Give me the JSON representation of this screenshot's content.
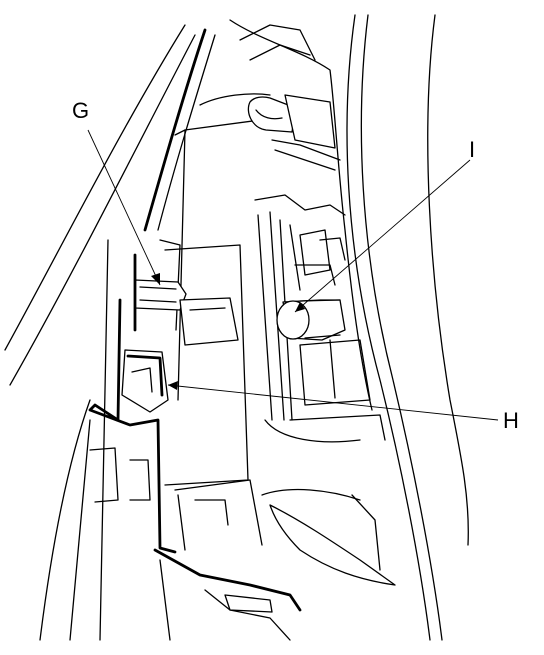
{
  "callouts": {
    "g": "G",
    "i": "I",
    "h": "H"
  },
  "colors": {
    "line": "#000000",
    "background": "#ffffff"
  }
}
